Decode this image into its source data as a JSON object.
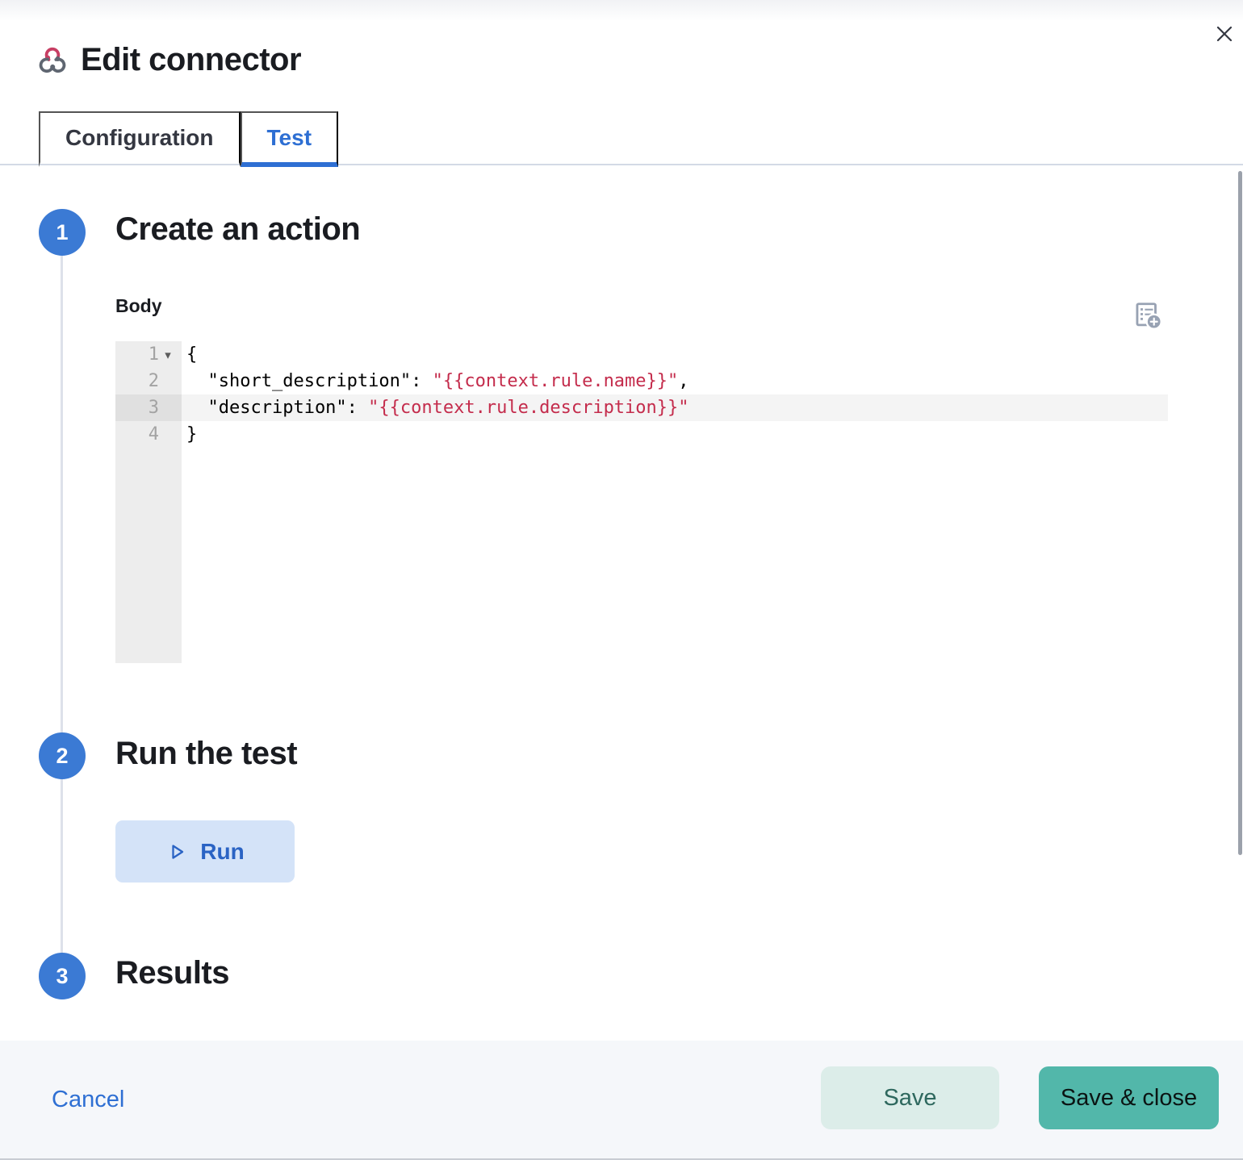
{
  "header": {
    "title": "Edit connector",
    "icon": "webhook-icon"
  },
  "tabs": [
    {
      "label": "Configuration",
      "active": false
    },
    {
      "label": "Test",
      "active": true
    }
  ],
  "steps": [
    {
      "number": "1",
      "title": "Create an action"
    },
    {
      "number": "2",
      "title": "Run the test"
    },
    {
      "number": "3",
      "title": "Results"
    }
  ],
  "editor": {
    "label": "Body",
    "fold_icon": "▾",
    "lines": [
      {
        "num": "1",
        "fold": true,
        "active": false,
        "segments": [
          {
            "type": "plain",
            "text": "{"
          }
        ]
      },
      {
        "num": "2",
        "fold": false,
        "active": false,
        "segments": [
          {
            "type": "plain",
            "text": "  \"short_description\": "
          },
          {
            "type": "string",
            "text": "\"{{context.rule.name}}\""
          },
          {
            "type": "plain",
            "text": ","
          }
        ]
      },
      {
        "num": "3",
        "fold": false,
        "active": true,
        "segments": [
          {
            "type": "plain",
            "text": "  \"description\": "
          },
          {
            "type": "string",
            "text": "\"{{context.rule.description}}\""
          }
        ]
      },
      {
        "num": "4",
        "fold": false,
        "active": false,
        "segments": [
          {
            "type": "plain",
            "text": "}"
          }
        ]
      }
    ]
  },
  "run_button": {
    "label": "Run",
    "icon": "play-icon"
  },
  "footer": {
    "cancel_label": "Cancel",
    "save_label": "Save",
    "save_close_label": "Save & close"
  },
  "colors": {
    "primary": "#2e6fd3",
    "step_circle": "#3b7ad4",
    "code_string": "#c42c4c",
    "teal": "#52b7aa",
    "teal_light": "#dcede9",
    "teal_dark": "#2e685e"
  }
}
